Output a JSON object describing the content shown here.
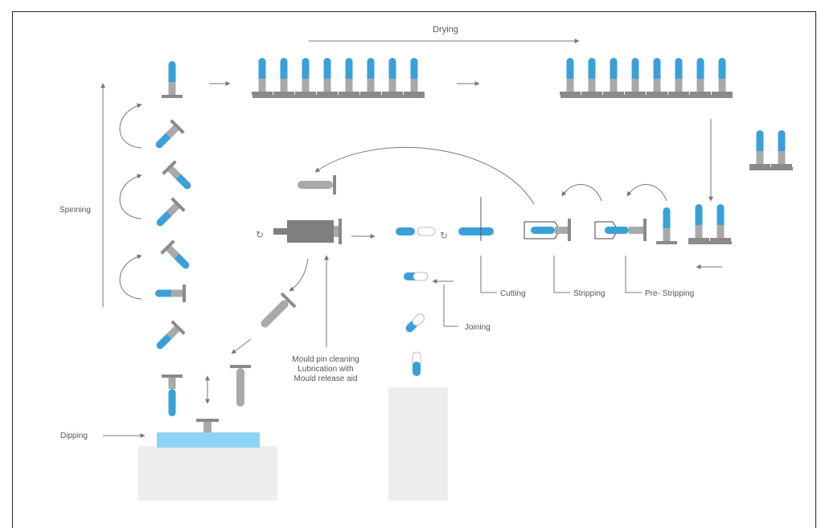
{
  "labels": {
    "drying": "Drying",
    "spinning": "Spinning",
    "dipping": "Dipping",
    "cleaning_line1": "Mould pin cleaning",
    "cleaning_line2": "Lubrication with",
    "cleaning_line3": "Mould release aid",
    "cutting": "Cutting",
    "stripping": "Stripping",
    "pre_stripping": "Pre- Stripping",
    "joining": "Joining"
  },
  "colors": {
    "capsule_blue": "#3aa0d8",
    "pin_gray": "#a9a9a9",
    "pin_dark": "#7f7f7f",
    "dip_bath": "#8fd3f4",
    "base_gray": "#eeeeee",
    "arrow": "#777777",
    "frame": "#222222",
    "text": "#555555"
  }
}
